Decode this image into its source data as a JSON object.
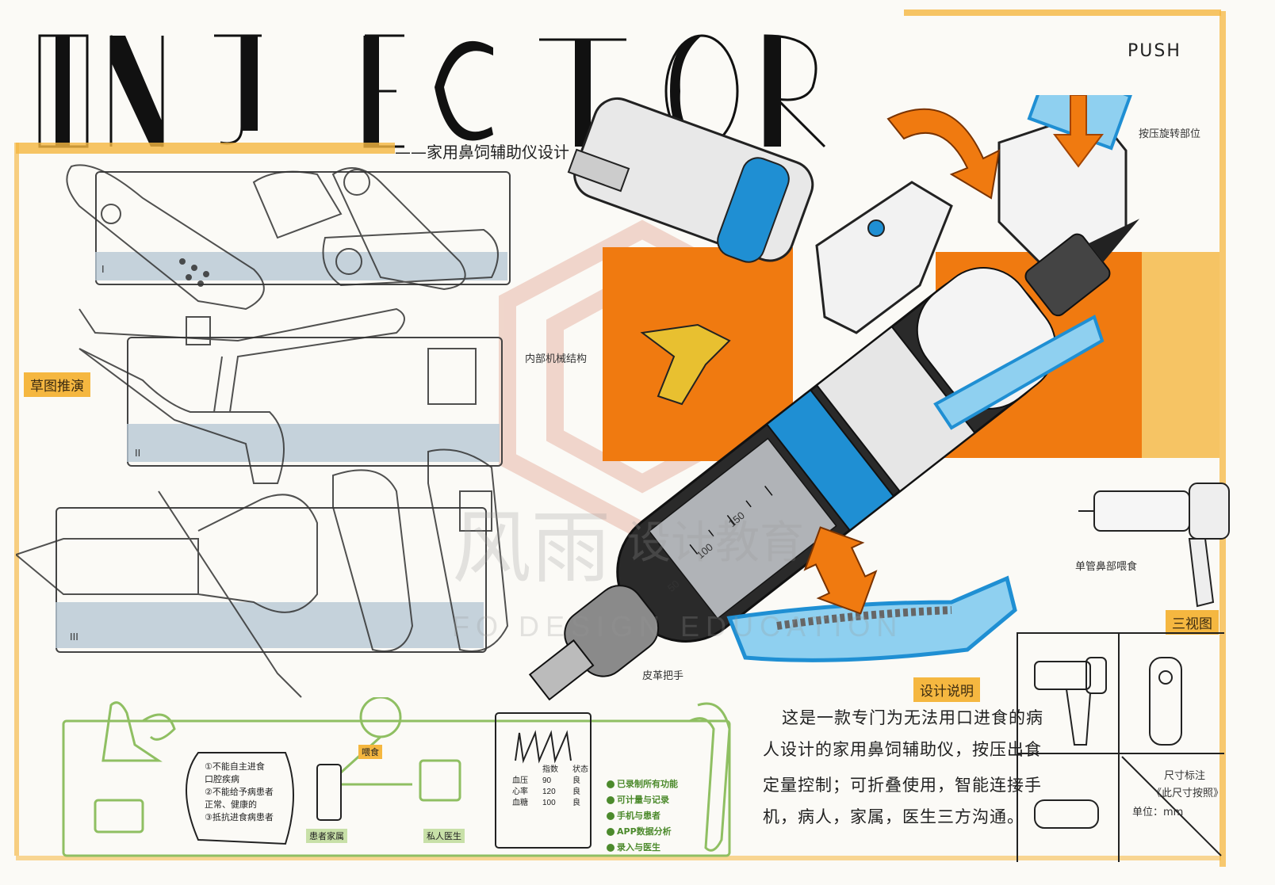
{
  "title": "INJECTOR",
  "push": "PUSH",
  "subtitle": "——家用鼻饲辅助仪设计",
  "sections": {
    "sketch": "草图推演",
    "three_view": "三视图",
    "design_desc": "设计说明"
  },
  "roman": [
    "I",
    "II",
    "III"
  ],
  "annotations": {
    "press_rotate": "按压旋转部位",
    "internal_mechanism": "内部机械结构",
    "leather_grip": "皮革把手",
    "single_tube": "单管鼻部喂食"
  },
  "description": [
    "这是一款专门为无法用口进食的病",
    "人设计的家用鼻饲辅助仪，按压出食",
    "定量控制；可折叠使用，智能连接手",
    "机，病人，家属，医生三方沟通。"
  ],
  "scale_marks": [
    "50",
    "100",
    "150"
  ],
  "dimensions": {
    "line1": "尺寸标注",
    "line2": "《此尺寸按照》",
    "unit": "单位：mm"
  },
  "flow": {
    "notes": [
      "①不能自主进食",
      "口腔疾病",
      "②不能给予病患者",
      "正常、健康的",
      "③抵抗进食病患者"
    ],
    "phone_tag": "患者家属",
    "doctor_tag": "私人医生",
    "feed_tag": "喂食",
    "table_header": [
      "",
      "指数",
      "状态"
    ],
    "table_rows": [
      [
        "血压",
        "90",
        "良"
      ],
      [
        "心率",
        "120",
        "良"
      ],
      [
        "血糖",
        "100",
        "良"
      ]
    ],
    "features": [
      "已录制所有功能",
      "可计量与记录",
      "手机与患者",
      "APP数据分析",
      "录入与医生"
    ]
  },
  "watermark": {
    "line1": "风雨",
    "line2": "设计教育",
    "line3": "FO DESIGN EDUCATION"
  },
  "colors": {
    "orange": "#f07a10",
    "orange_light": "#f5b740",
    "blue": "#1f8fd3",
    "blue_light": "#8fd0f0",
    "dark": "#1a1a1a",
    "green_line": "#8fbf62"
  }
}
